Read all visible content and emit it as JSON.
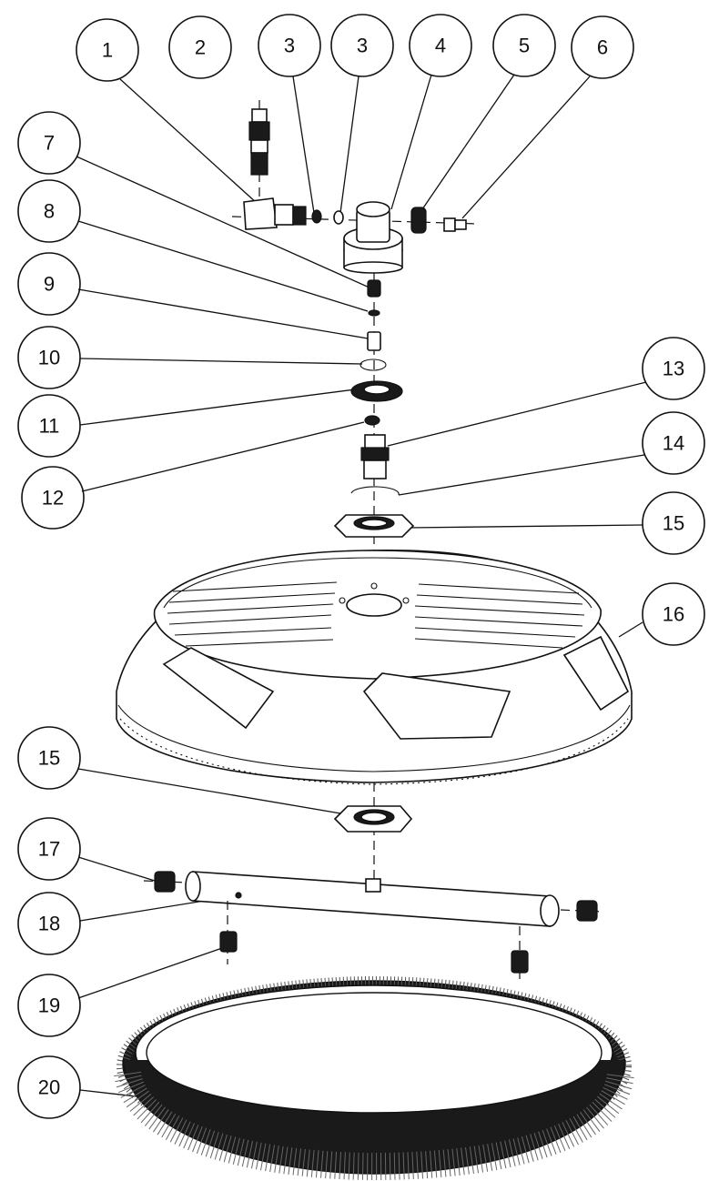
{
  "diagram": {
    "callouts": [
      {
        "id": "c1",
        "label": "1"
      },
      {
        "id": "c2",
        "label": "2"
      },
      {
        "id": "c3a",
        "label": "3"
      },
      {
        "id": "c3b",
        "label": "3"
      },
      {
        "id": "c4",
        "label": "4"
      },
      {
        "id": "c5",
        "label": "5"
      },
      {
        "id": "c6",
        "label": "6"
      },
      {
        "id": "c7",
        "label": "7"
      },
      {
        "id": "c8",
        "label": "8"
      },
      {
        "id": "c9",
        "label": "9"
      },
      {
        "id": "c10",
        "label": "10"
      },
      {
        "id": "c11",
        "label": "11"
      },
      {
        "id": "c12",
        "label": "12"
      },
      {
        "id": "c13",
        "label": "13"
      },
      {
        "id": "c14",
        "label": "14"
      },
      {
        "id": "c15a",
        "label": "15"
      },
      {
        "id": "c16",
        "label": "16"
      },
      {
        "id": "c15b",
        "label": "15"
      },
      {
        "id": "c17",
        "label": "17"
      },
      {
        "id": "c18",
        "label": "18"
      },
      {
        "id": "c19",
        "label": "19"
      },
      {
        "id": "c20",
        "label": "20"
      }
    ]
  }
}
